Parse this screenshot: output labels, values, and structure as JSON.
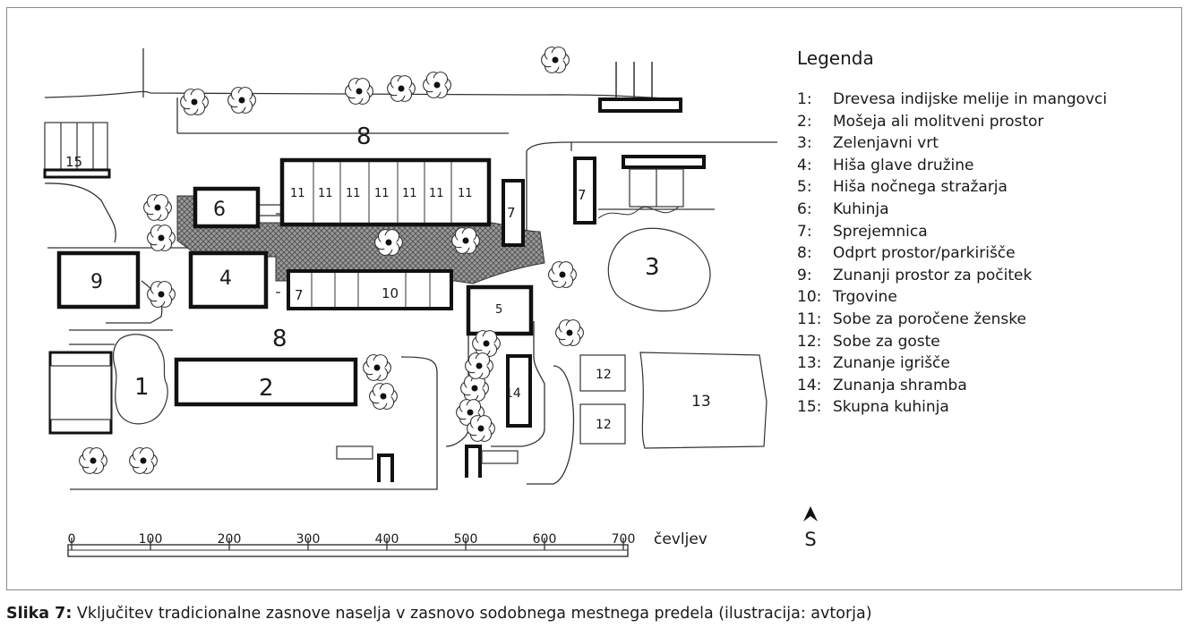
{
  "legend": {
    "title": "Legenda",
    "items": [
      {
        "num": "1:",
        "label": "Drevesa indijske melije in mangovci"
      },
      {
        "num": "2:",
        "label": "Mošeja ali molitveni prostor"
      },
      {
        "num": "3:",
        "label": "Zelenjavni vrt"
      },
      {
        "num": "4:",
        "label": "Hiša glave družine"
      },
      {
        "num": "5:",
        "label": "Hiša nočnega stražarja"
      },
      {
        "num": "6:",
        "label": "Kuhinja"
      },
      {
        "num": "7:",
        "label": "Sprejemnica"
      },
      {
        "num": "8:",
        "label": "Odprt prostor/parkirišče"
      },
      {
        "num": "9:",
        "label": "Zunanji prostor za počitek"
      },
      {
        "num": "10:",
        "label": "Trgovine"
      },
      {
        "num": "11:",
        "label": "Sobe za poročene ženske"
      },
      {
        "num": "12:",
        "label": "Sobe za goste"
      },
      {
        "num": "13:",
        "label": "Zunanje igrišče"
      },
      {
        "num": "14:",
        "label": "Zunanja shramba"
      },
      {
        "num": "15:",
        "label": "Skupna kuhinja"
      }
    ]
  },
  "plan_labels": {
    "l1": "1",
    "l2": "2",
    "l3": "3",
    "l4": "4",
    "l5": "5",
    "l6": "6",
    "l7": "7",
    "l8": "8",
    "l9": "9",
    "l10": "10",
    "l11": "11",
    "l12": "12",
    "l13": "13",
    "l14": "14",
    "l15": "15"
  },
  "scale": {
    "ticks": [
      "0",
      "100",
      "200",
      "300",
      "400",
      "500",
      "600",
      "700"
    ],
    "unit": "čevljev"
  },
  "compass": {
    "direction": "S"
  },
  "caption": {
    "prefix": "Slika 7:",
    "text": " Vključitev tradicionalne zasnove naselja v zasnovo sodobnega mestnega predela (ilustracija: avtorja)"
  }
}
